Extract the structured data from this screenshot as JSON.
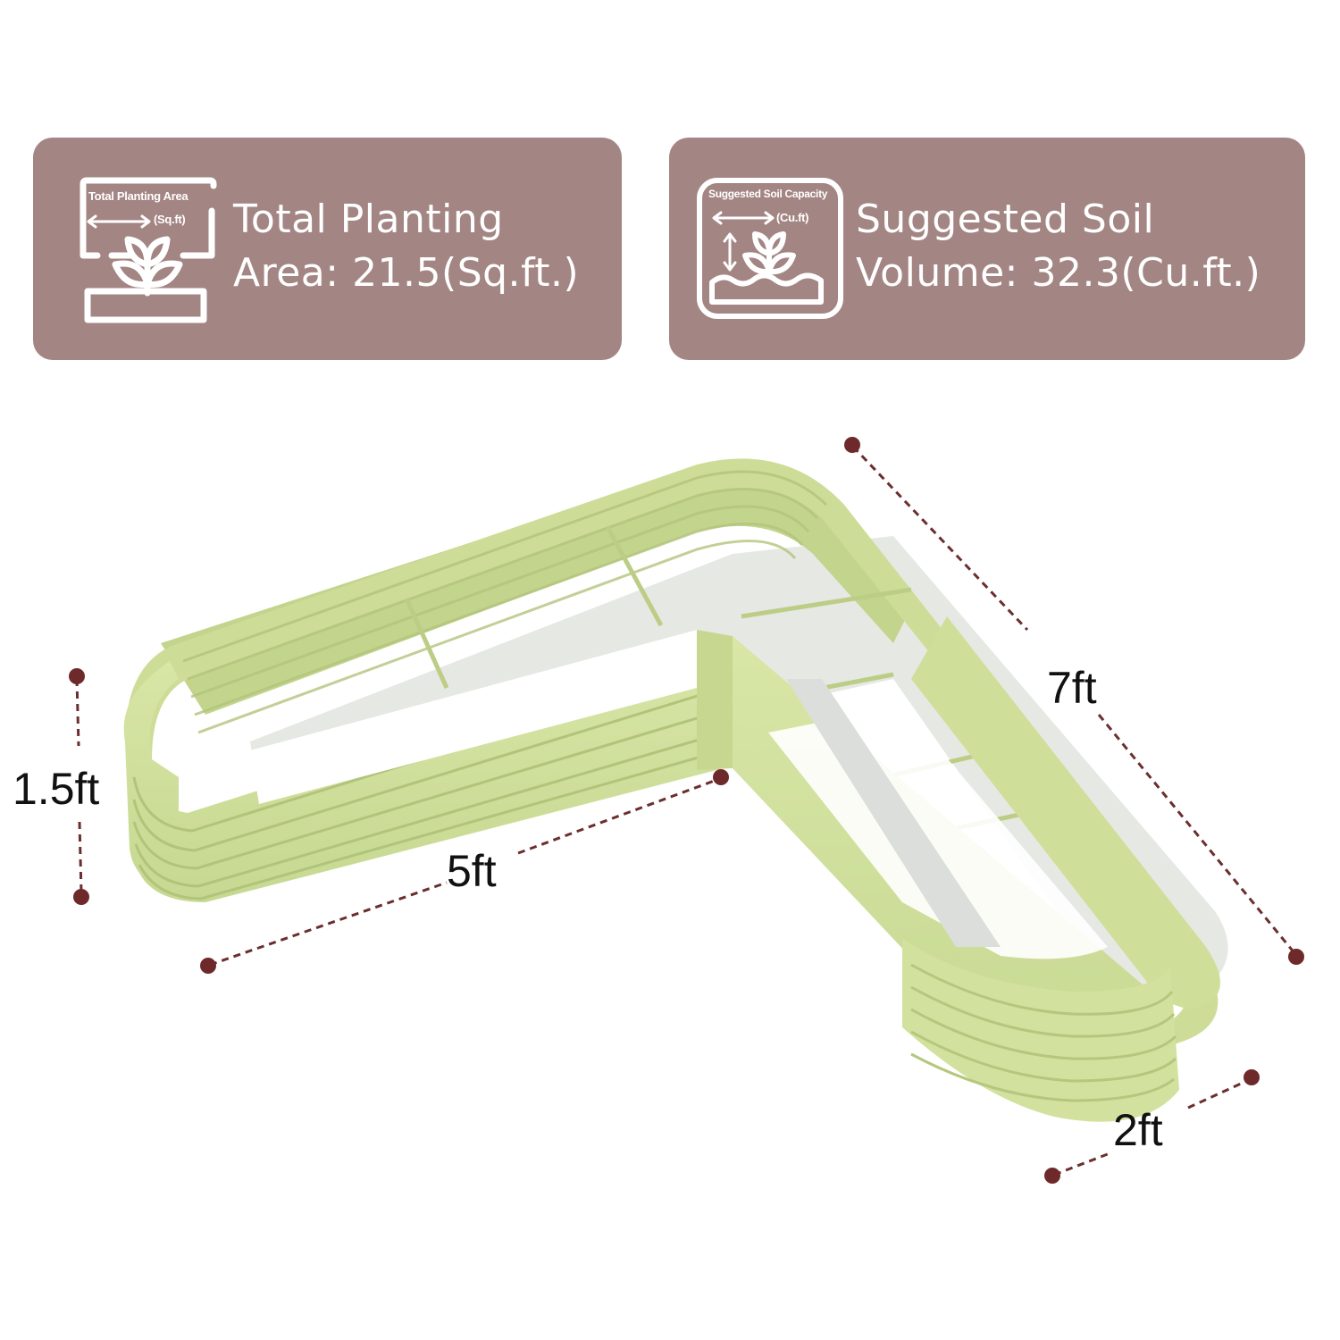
{
  "cards": [
    {
      "icon": "planting-area-icon",
      "icon_caption_top": "Total Planting Area",
      "icon_caption_unit": "(Sq.ft)",
      "line1": "Total Planting",
      "line2": "Area: 21.5(Sq.ft.)"
    },
    {
      "icon": "soil-capacity-icon",
      "icon_caption_top": "Suggested Soil Capacity",
      "icon_caption_unit": "(Cu.ft)",
      "line1": "Suggested Soil",
      "line2": "Volume: 32.3(Cu.ft.)"
    }
  ],
  "dimensions": {
    "height": "1.5ft",
    "short_side": "5ft",
    "long_side": "7ft",
    "width": "2ft"
  },
  "colors": {
    "card_bg": "#a38583",
    "bed_green": "#cfdf9c",
    "bed_shade": "#b7c886",
    "dim_line": "#6b2e2e",
    "dim_dot": "#6e2a2a"
  }
}
